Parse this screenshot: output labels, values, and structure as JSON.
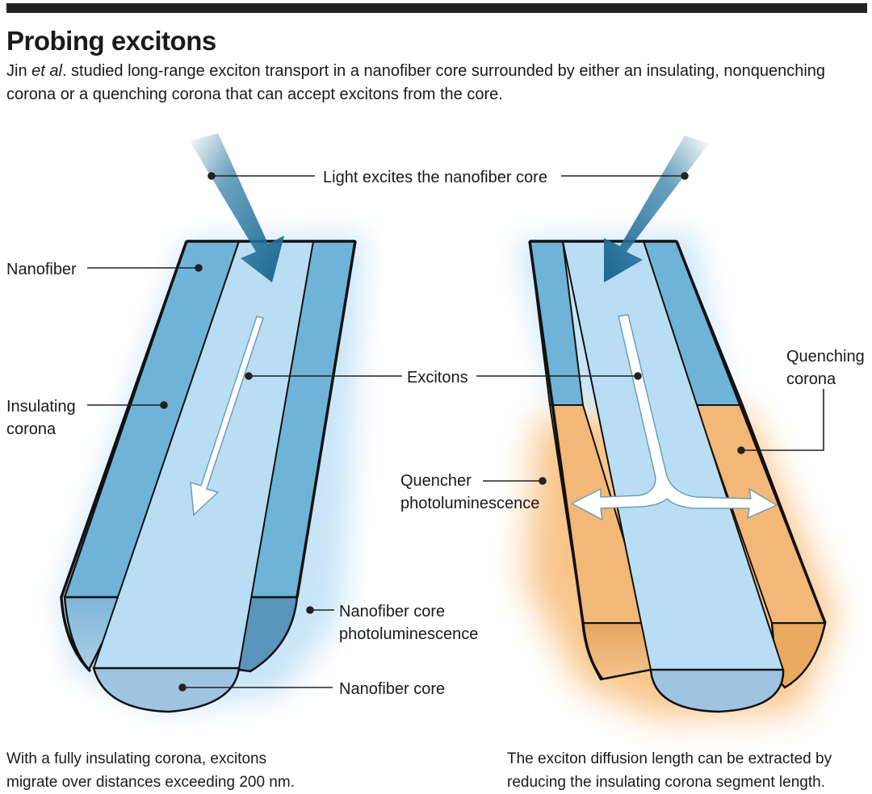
{
  "header": {
    "title": "Probing excitons",
    "subtitle_pre": "Jin ",
    "subtitle_italic": "et al",
    "subtitle_post": ". studied long-range exciton transport in a nanofiber core surrounded by either an insulating, nonquenching corona or a quenching corona that can accept excitons from the core."
  },
  "labels": {
    "light": "Light excites the nanofiber core",
    "nanofiber": "Nanofiber",
    "insulating_corona_1": "Insulating",
    "insulating_corona_2": "corona",
    "excitons": "Excitons",
    "quenching_corona_1": "Quenching",
    "quenching_corona_2": "corona",
    "quencher_pl_1": "Quencher",
    "quencher_pl_2": "photoluminescence",
    "core_pl_1": "Nanofiber core",
    "core_pl_2": "photoluminescence",
    "nanofiber_core": "Nanofiber core"
  },
  "captions": {
    "left_1": "With a fully insulating corona, excitons",
    "left_2": "migrate over distances exceeding 200 nm.",
    "right_1": "The exciton diffusion length can be extracted by",
    "right_2": "reducing the insulating corona segment length."
  },
  "colors": {
    "corona_blue": "#6fb4d8",
    "core_blue": "#b9def3",
    "quench_orange": "#f3b777",
    "arrow_dark": "#1f6f98",
    "glow_blue": "#b6dcf5",
    "glow_orange": "#f7b162"
  }
}
